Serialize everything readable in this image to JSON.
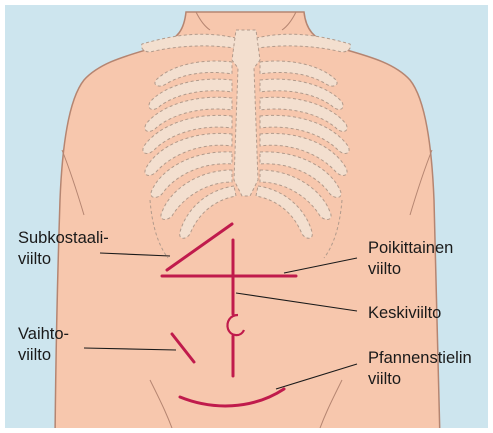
{
  "labels": {
    "subcostal": {
      "line1": "Subkostaali-",
      "line2": "viilto"
    },
    "transverse": {
      "line1": "Poikittainen",
      "line2": "viilto"
    },
    "midline": {
      "line1": "Keskiviilto"
    },
    "alternate": {
      "line1": "Vaihto-",
      "line2": "viilto"
    },
    "pfannenstiel": {
      "line1": "Pfannenstielin",
      "line2": "viilto"
    }
  },
  "colors": {
    "background": "#cde5ee",
    "skin": "#f7c7ad",
    "skin_outline": "#b58571",
    "skeleton": "#f3dfcf",
    "skeleton_outline": "#b19a8b",
    "incision": "#c01b4c",
    "leader_line": "#1a1a1a",
    "text": "#1a1a1a"
  }
}
